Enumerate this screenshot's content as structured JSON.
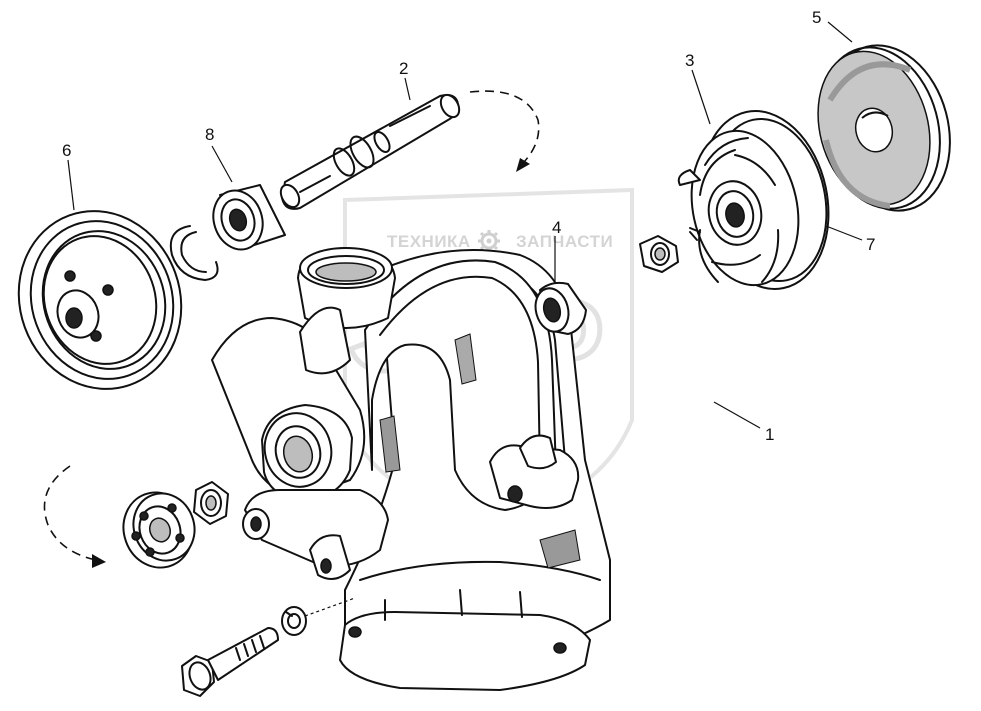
{
  "watermark": {
    "line_left": "ТЕХНИКА",
    "line_right": "ЗАПЧАСТИ",
    "big_letters": "ЭПФ",
    "gear_icon": "gear-icon"
  },
  "callouts": [
    {
      "id": "callout-1",
      "label": "1"
    },
    {
      "id": "callout-2",
      "label": "2"
    },
    {
      "id": "callout-3",
      "label": "3"
    },
    {
      "id": "callout-4",
      "label": "4"
    },
    {
      "id": "callout-5",
      "label": "5"
    },
    {
      "id": "callout-6",
      "label": "6"
    },
    {
      "id": "callout-7",
      "label": "7"
    },
    {
      "id": "callout-8",
      "label": "8"
    }
  ]
}
